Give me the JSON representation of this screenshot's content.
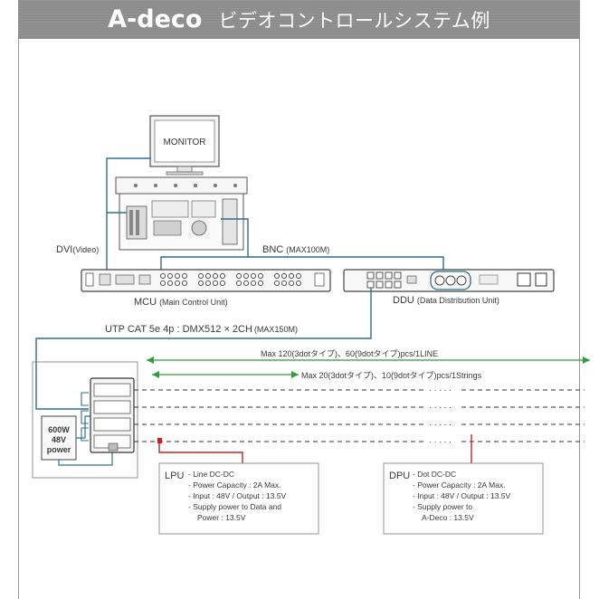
{
  "header": {
    "brand": "A-deco",
    "subtitle": "ビデオコントロールシステム例"
  },
  "diagram": {
    "monitor_label": "MONITOR",
    "dvi_label": "DVI",
    "dvi_note": "(Video)",
    "bnc_label": "BNC",
    "bnc_note": "(MAX100M)",
    "mcu_label": "MCU",
    "mcu_note": "(Main Control Unit)",
    "ddu_label": "DDU",
    "ddu_note": "(Data Distribution Unit)",
    "utp_label": "UTP CAT 5e 4p : DMX512 × 2CH",
    "utp_note": "(MAX150M)",
    "max_line": "Max 120(3dotタイプ)、60(9dotタイプ)pcs/1LINE",
    "max_string": "Max 20(3dotタイプ)、10(9dotタイプ)pcs/1Strings",
    "power_lines": [
      "600W",
      "48V",
      "power"
    ],
    "lpu": {
      "label": "LPU",
      "items": [
        "- Line DC-DC",
        "- Power Capacity : 2A Max.",
        "- Input : 48V / Output : 13.5V",
        "- Supply power to Data and",
        "Power : 13.5V"
      ]
    },
    "dpu": {
      "label": "DPU",
      "items": [
        "- Dot DC-DC",
        "- Power Capacity : 2A Max.",
        "- Input : 48V / Output : 13.5V",
        "- Supply power to",
        "A-Deco : 13.5V"
      ]
    },
    "dots": "· · · · ·",
    "colors": {
      "cable_blue": "#2f6f8f",
      "arrow_green": "#2e9e3e",
      "red_line": "#c8202a",
      "title_bg": "#8c8c8c"
    }
  }
}
